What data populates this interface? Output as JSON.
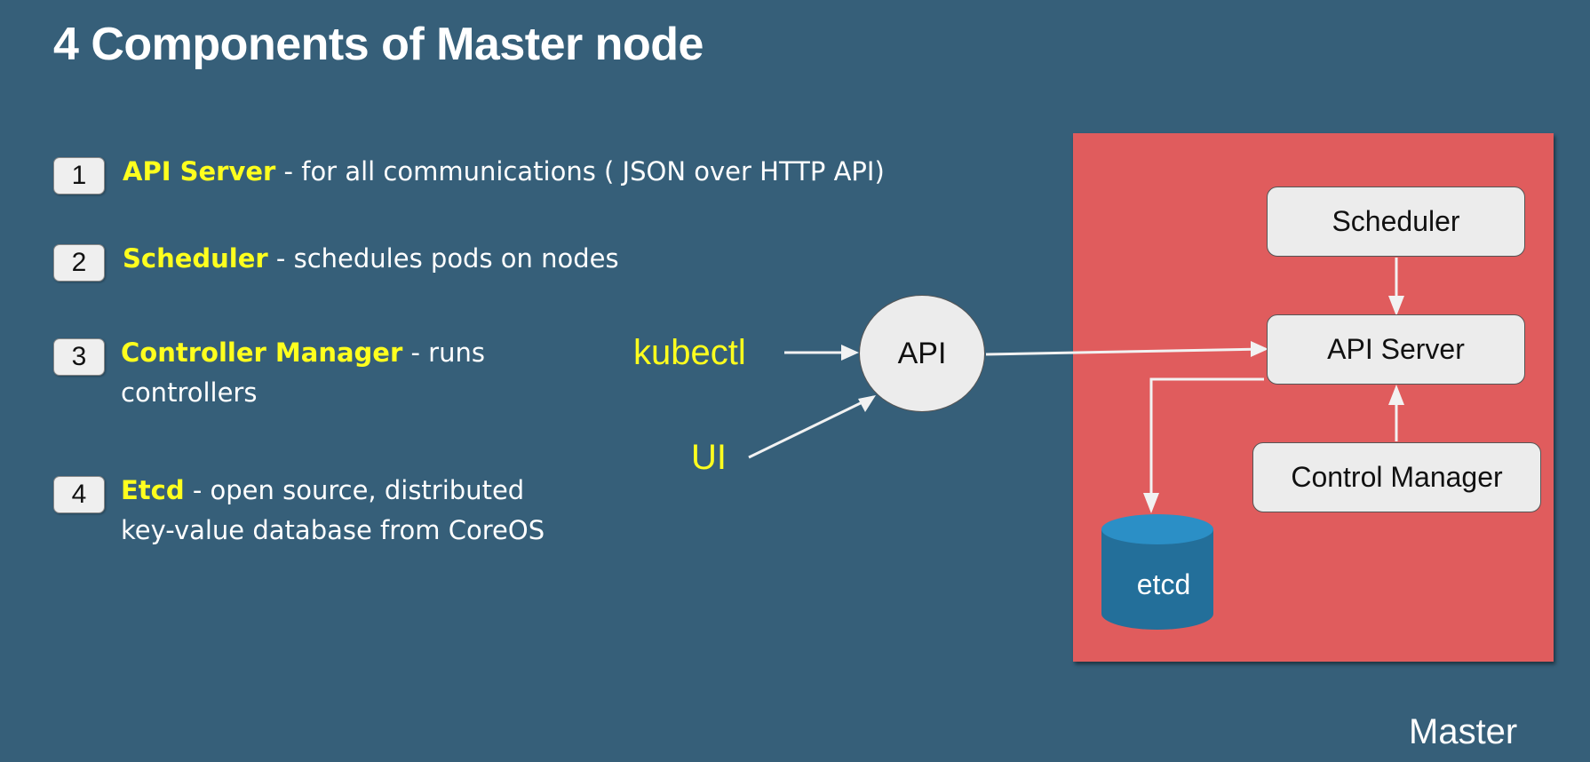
{
  "title": "4 Components of Master node",
  "components": [
    {
      "number": "1",
      "name": "API Server",
      "line1": " - for all communications ( JSON over HTTP API)",
      "line2": ""
    },
    {
      "number": "2",
      "name": "Scheduler",
      "line1": " - schedules pods on nodes",
      "line2": ""
    },
    {
      "number": "3",
      "name": "Controller Manager",
      "line1": " - runs",
      "line2": "controllers"
    },
    {
      "number": "4",
      "name": "Etcd",
      "line1": " - open source, distributed",
      "line2": "key-value database from CoreOS"
    }
  ],
  "diagram": {
    "clients": {
      "kubectl": "kubectl",
      "ui": "UI"
    },
    "api_node": "API",
    "master": {
      "label": "Master",
      "scheduler": "Scheduler",
      "api_server": "API Server",
      "control_manager": "Control Manager",
      "etcd": "etcd"
    },
    "colors": {
      "background": "#365f79",
      "highlight": "#ffff1e",
      "master_box": "#e05c5d",
      "etcd_cylinder": "#236f9a",
      "etcd_top": "#2b8fc6",
      "node_fill": "#ececec"
    }
  }
}
